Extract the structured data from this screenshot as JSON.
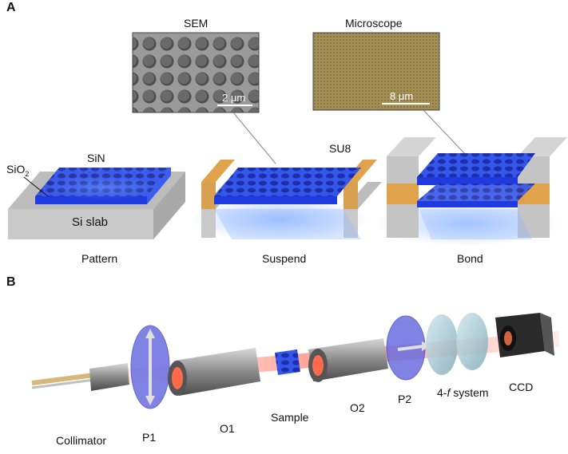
{
  "panel_a": {
    "letter": "A",
    "sem_title": "SEM",
    "sem_scale": "2 μm",
    "microscope_title": "Microscope",
    "microscope_scale": "8 μm",
    "sin_label": "SiN",
    "sio2_label": "SiO",
    "sio2_sub": "2",
    "si_slab_label": "Si slab",
    "su8_label": "SU8",
    "steps": [
      "Pattern",
      "Suspend",
      "Bond"
    ]
  },
  "panel_b": {
    "letter": "B",
    "components": {
      "collimator": "Collimator",
      "p1": "P1",
      "o1": "O1",
      "sample": "Sample",
      "o2": "O2",
      "p2": "P2",
      "fourf_prefix": "4-",
      "fourf_f": "f",
      "fourf_suffix": " system",
      "ccd": "CCD"
    }
  },
  "colors": {
    "sin_blue": "#2a4fe0",
    "su8_orange": "#e0a24a",
    "si_gray": "#c8c8c8",
    "beam": "#ff6a5a",
    "polarizer": "#6a6ee0"
  }
}
